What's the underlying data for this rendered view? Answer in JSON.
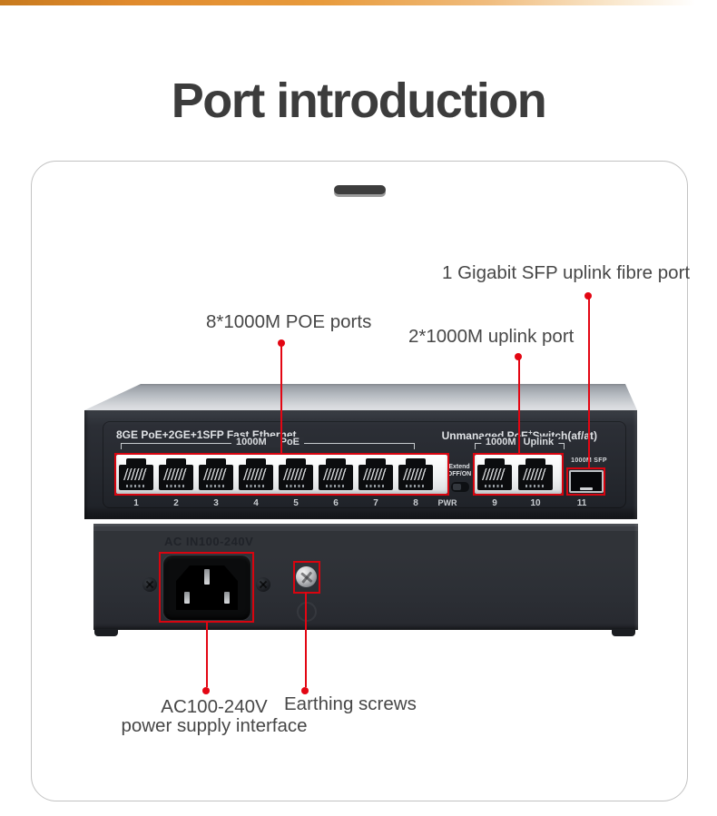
{
  "title": "Port introduction",
  "callouts": {
    "sfp_fibre": "1 Gigabit SFP uplink fibre port",
    "poe_ports": "8*1000M POE ports",
    "uplink_ports": "2*1000M uplink port",
    "power_line1": "AC100-240V",
    "power_line2": "power supply interface",
    "earthing": "Earthing screws"
  },
  "front_panel": {
    "left_label": "8GE PoE+2GE+1SFP Fast Ethernet",
    "right_label_prefix": "Unmanaged PoE",
    "right_label_sup": "+",
    "right_label_suffix": "Switch(af/at)",
    "poe_group_word1": "1000M",
    "poe_group_word2": "PoE",
    "uplink_group_word1": "1000M",
    "uplink_group_word2": "Uplink",
    "poe_port_numbers": [
      "1",
      "2",
      "3",
      "4",
      "5",
      "6",
      "7",
      "8"
    ],
    "uplink_port_numbers": [
      "9",
      "10"
    ],
    "sfp_label": "1000M SFP",
    "sfp_number": "11",
    "extend_line1": "Extend",
    "extend_line2": "OFF/ON",
    "pwr": "PWR"
  },
  "rear_panel": {
    "ac_marking": "AC IN100-240V"
  },
  "colors": {
    "accent_red": "#e30613",
    "header_orange": "#e08a2d",
    "chassis_dark": "#26292f",
    "chassis_silver": "#c6cacf"
  }
}
